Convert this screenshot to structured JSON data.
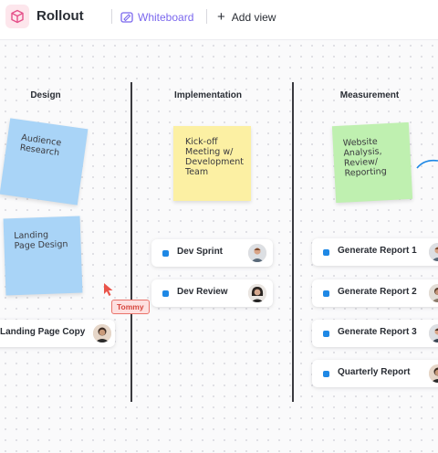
{
  "header": {
    "title": "Rollout",
    "view_tab_label": "Whiteboard",
    "add_view_label": "Add view"
  },
  "columns": [
    {
      "title": "Design"
    },
    {
      "title": "Implementation"
    },
    {
      "title": "Measurement"
    }
  ],
  "stickies": [
    {
      "text": "Audience\nResearch",
      "color": "#a9d4f7"
    },
    {
      "text": "Landing\nPage Design",
      "color": "#a9d4f7"
    },
    {
      "text": "Kick-off\nMeeting w/\nDevelopment\nTeam",
      "color": "#fcf0a3"
    },
    {
      "text": "Website\nAnalysis,\nReview/\nReporting",
      "color": "#bff0b0"
    }
  ],
  "cards": [
    {
      "label": "Landing Page Copy"
    },
    {
      "label": "Dev Sprint"
    },
    {
      "label": "Dev Review"
    },
    {
      "label": "Generate Report 1"
    },
    {
      "label": "Generate Report 2"
    },
    {
      "label": "Generate Report 3"
    },
    {
      "label": "Quarterly Report"
    }
  ],
  "cursor": {
    "user_name": "Tommy",
    "color": "#e9544a"
  },
  "colors": {
    "accent": "#7b68ee",
    "task_dot": "#1e88e5"
  }
}
